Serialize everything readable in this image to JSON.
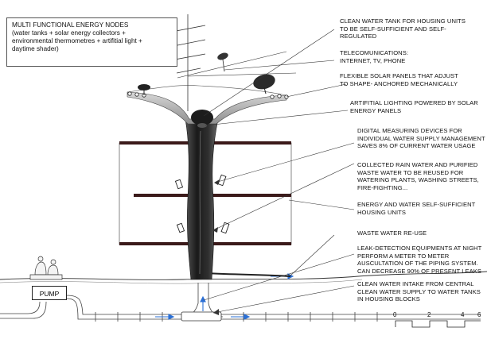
{
  "title_box": {
    "line1": "MULTI FUNCTIONAL ENERGY NODES",
    "line2": "(water tanks + solar energy collectors +",
    "line3": "environmental thermometres + artifitial light +",
    "line4": "daytime shader)"
  },
  "labels": [
    "CLEAN WATER TANK FOR HOUSING UNITS\nTO BE SELF-SUFFICIENT AND SELF-\nREGULATED",
    "TELECOMUNICATIONS:\nINTERNET, TV, PHONE",
    "FLEXIBLE SOLAR PANELS THAT ADJUST\nTO SHAPE- ANCHORED MECHANICALLY",
    "ARTIFITIAL LIGHTING POWERED BY SOLAR\nENERGY PANELS",
    "DIGITAL MEASURING DEVICES FOR\nINDIVIDUAL WATER SUPPLY MANAGEMENT\nSAVES 8% OF CURRENT WATER USAGE",
    "COLLECTED RAIN WATER AND PURIFIED\nWASTE WATER TO BE REUSED FOR\nWATERING PLANTS, WASHING STREETS,\nFIRE-FIGHTING...",
    "ENERGY AND WATER SELF-SUFFICIENT\nHOUSING UNITS",
    "WASTE WATER RE-USE",
    "LEAK-DETECTION EQUIPMENTS AT NIGHT\nPERFORM A METER TO METER\nAUSCULTATION OF THE PIPING SYSTEM.\nCAN DECREASE 90% OF PRESENT LEAKS",
    "CLEAN WATER INTAKE FROM CENTRAL\nCLEAN WATER SUPPLY TO WATER TANKS\nIN HOUSING BLOCKS"
  ],
  "pump_label": "PUMP",
  "scale": {
    "ticks": [
      "0",
      "2",
      "4",
      "6"
    ]
  },
  "colors": {
    "floor_slab": "#3b1a1a",
    "water_flow": "#2a6fd6",
    "pole": "#2b2b2b",
    "canopy": "#9a9a9a"
  }
}
